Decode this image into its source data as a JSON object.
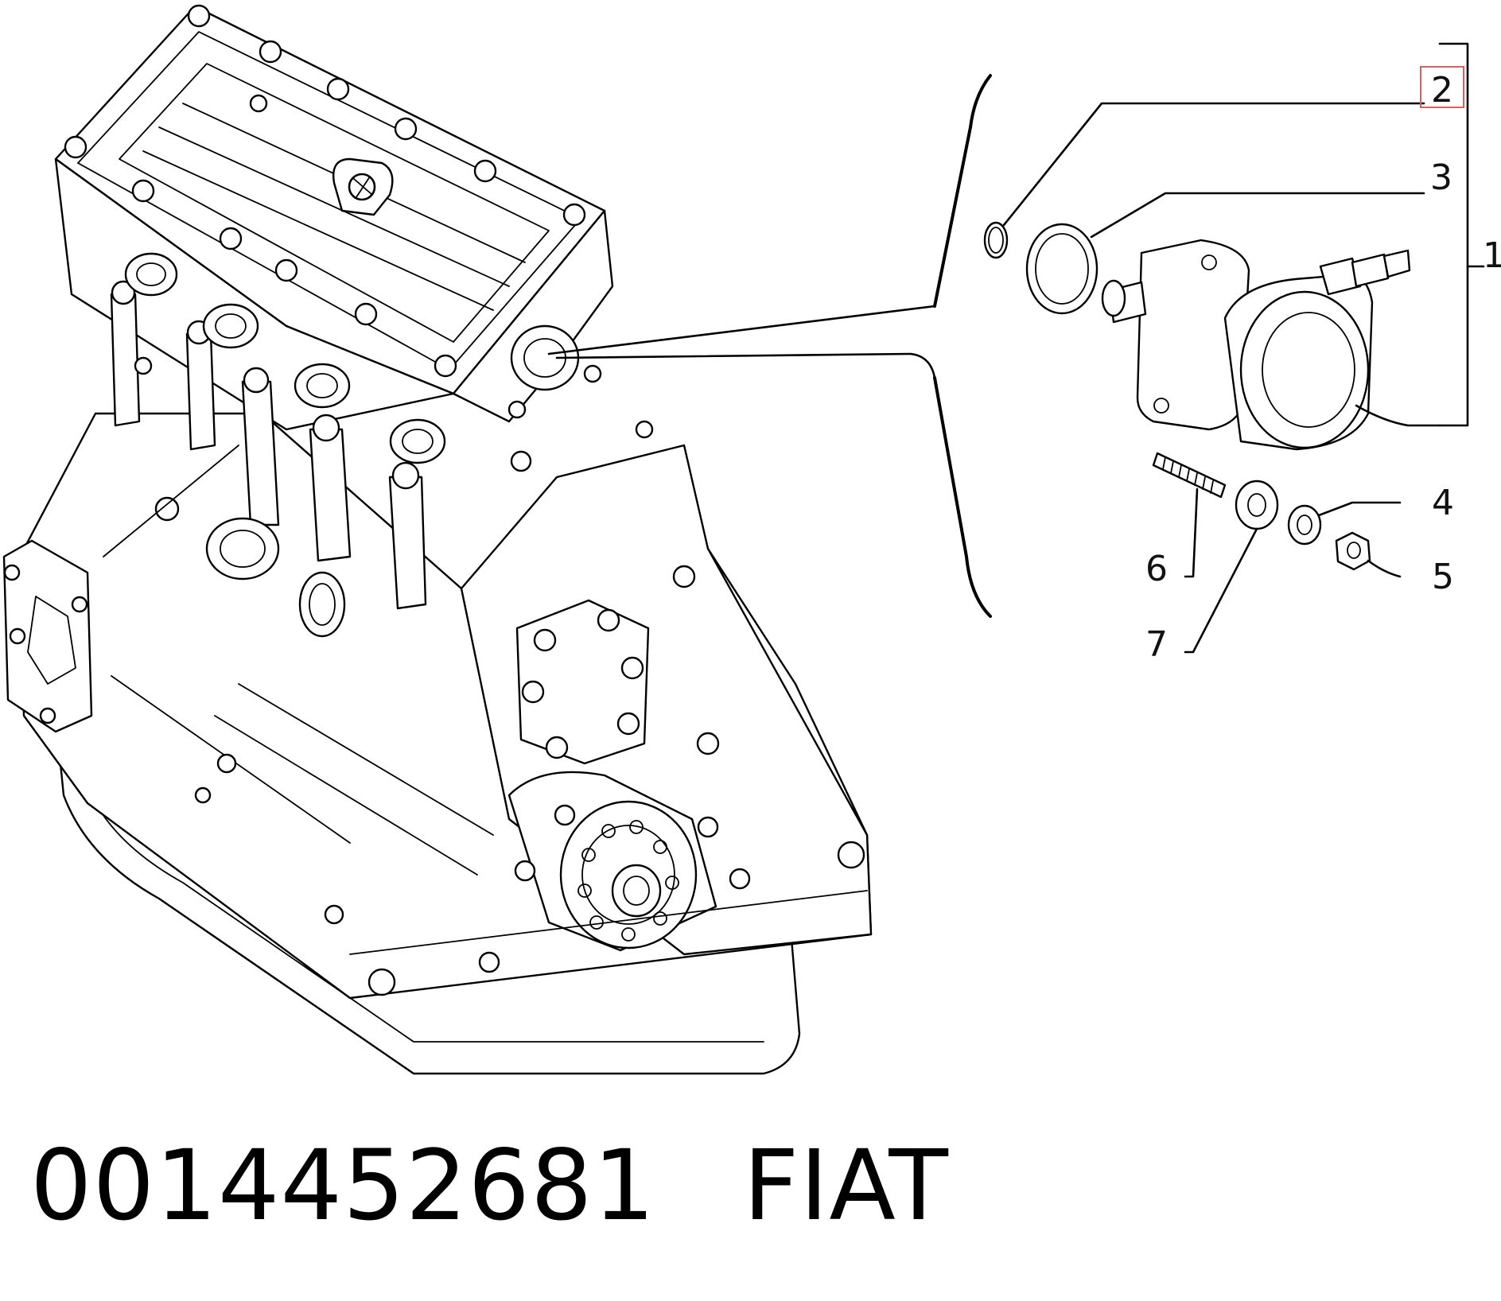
{
  "callouts": {
    "c1": "1",
    "c2": "2",
    "c3": "3",
    "c4": "4",
    "c5": "5",
    "c6": "6",
    "c7": "7"
  },
  "highlighted_callout": "2",
  "highlight_color": "#d86060",
  "caption": {
    "part_number": "0014452681",
    "brand": "FIAT"
  }
}
